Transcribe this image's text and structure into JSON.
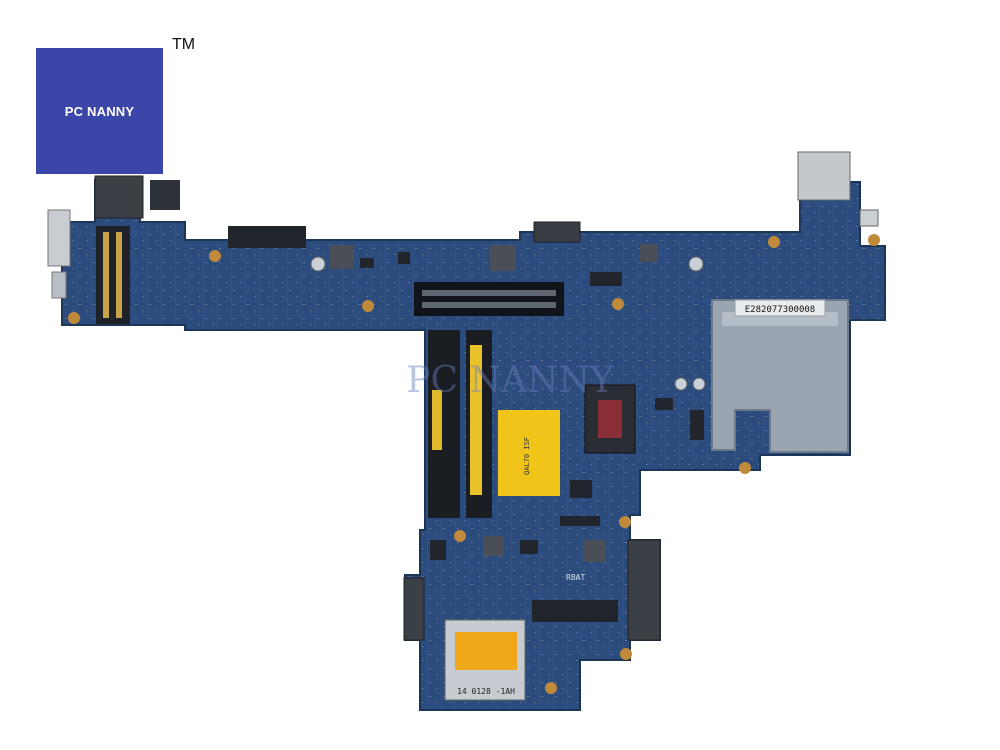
{
  "brand": {
    "logo_text": "PC NANNY",
    "trademark": "TM",
    "logo_color": "#3a46a8",
    "watermark": "PC NANNY"
  },
  "board": {
    "pcb_color": "#2a4a7a",
    "serial_label": "E282077300008",
    "sticker_top": "QAL70 ISF",
    "sticker_bottom": "14 0128 -1AH",
    "battery_label": "RBAT"
  }
}
